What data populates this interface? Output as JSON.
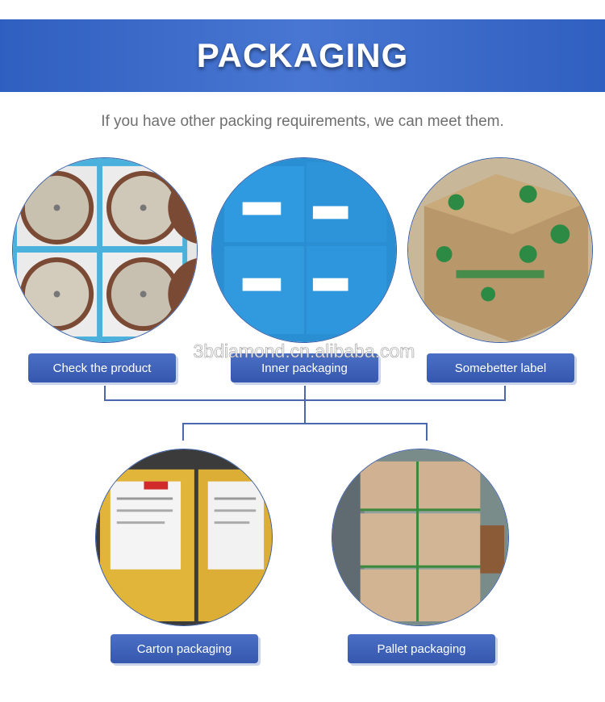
{
  "header": {
    "title": "PACKAGING"
  },
  "subtitle": "If you have other packing requirements, we can meet them.",
  "watermark": "3bdiamond.cn.alibaba.com",
  "top_row": [
    {
      "label": "Check the product"
    },
    {
      "label": "Inner packaging"
    },
    {
      "label": "Somebetter label"
    }
  ],
  "bottom_row": [
    {
      "label": "Carton packaging"
    },
    {
      "label": "Pallet packaging"
    }
  ],
  "colors": {
    "banner": "#3a66c6",
    "pill": "#3d60b5",
    "connector": "#4a68b0"
  }
}
